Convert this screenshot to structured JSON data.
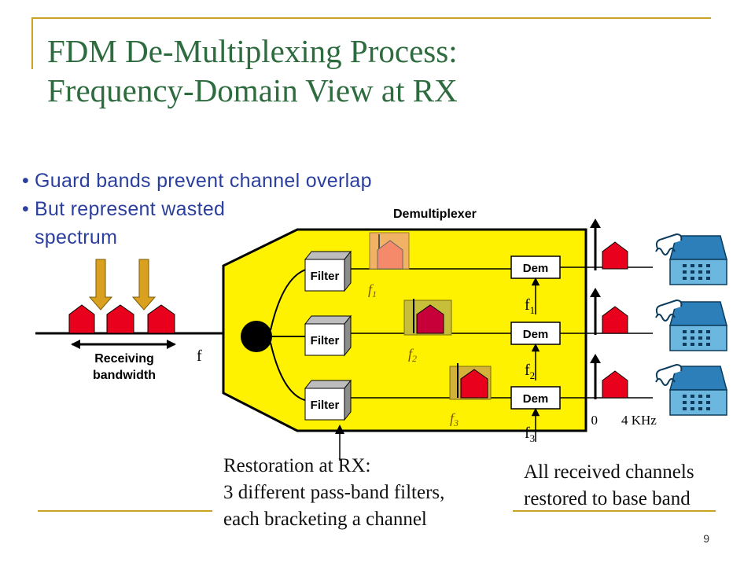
{
  "slide": {
    "title_line1": "FDM De-Multiplexing Process:",
    "title_line2": "Frequency-Domain View at RX",
    "bullets": [
      "Guard bands prevent channel overlap",
      "But represent wasted",
      "spectrum"
    ],
    "caption_left": [
      "Restoration at RX:",
      "3 different pass-band filters,",
      "each bracketing a channel"
    ],
    "caption_right": [
      "All received channels",
      "restored to base band"
    ],
    "page_number": "9"
  },
  "diagram": {
    "demux_title": "Demultiplexer",
    "filter_label": "Filter",
    "dem_label": "Dem",
    "receiving_line1": "Receiving",
    "receiving_line2": "bandwidth",
    "f_label": "f",
    "freq_labels": [
      "f1",
      "f2",
      "f3"
    ],
    "baseband_zero": "0",
    "baseband_max": "4 KHz",
    "colors": {
      "box_fill": "#fff200",
      "channel_red": "#e8001c",
      "filter_highlight": "#f2b266",
      "arrow_gold": "#d9a11f",
      "title_green": "#2e6b3e",
      "bullet_blue": "#2b3f9e",
      "frame_gold": "#c9a227"
    }
  }
}
